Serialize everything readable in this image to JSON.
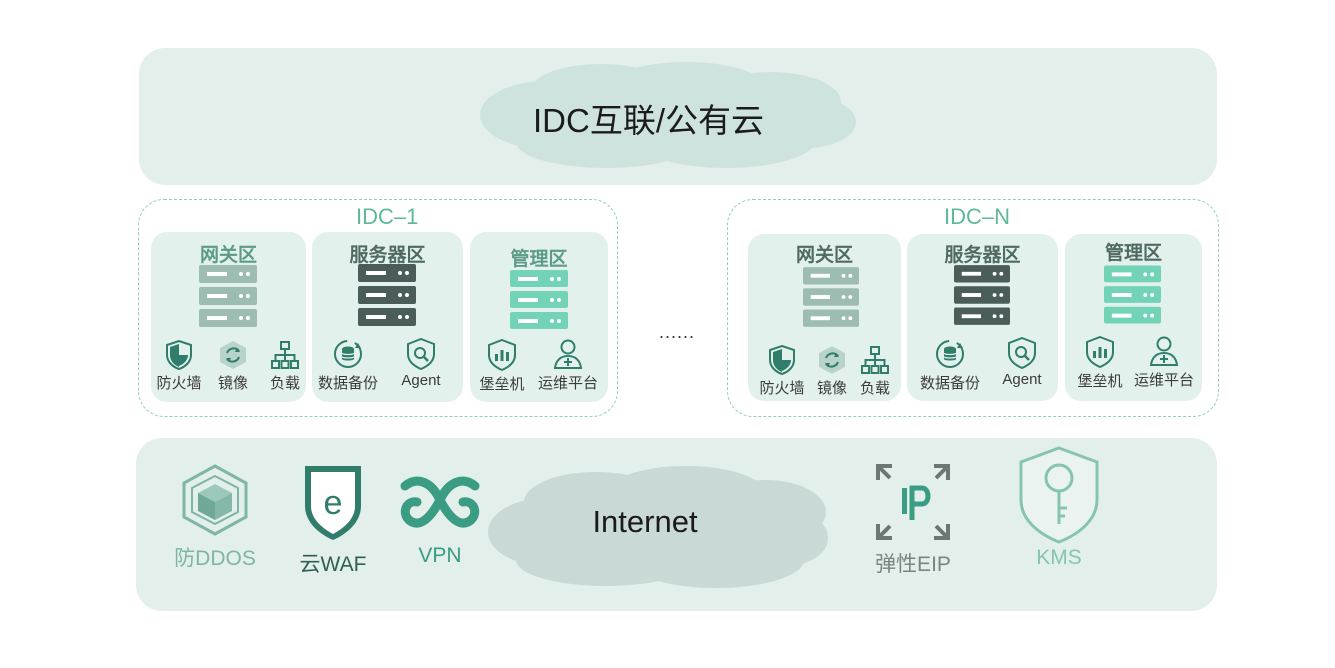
{
  "top": {
    "cloud_label": "IDC互联/公有云"
  },
  "separator": "......",
  "idcs": [
    {
      "title": "IDC–1",
      "zones": [
        {
          "title": "网关区",
          "tools": [
            "防火墙",
            "镜像",
            "负载"
          ]
        },
        {
          "title": "服务器区",
          "tools": [
            "数据备份",
            "Agent"
          ]
        },
        {
          "title": "管理区",
          "tools": [
            "堡垒机",
            "运维平台"
          ]
        }
      ]
    },
    {
      "title": "IDC–N",
      "zones": [
        {
          "title": "网关区",
          "tools": [
            "防火墙",
            "镜像",
            "负载"
          ]
        },
        {
          "title": "服务器区",
          "tools": [
            "数据备份",
            "Agent"
          ]
        },
        {
          "title": "管理区",
          "tools": [
            "堡垒机",
            "运维平台"
          ]
        }
      ]
    }
  ],
  "bottom": {
    "cloud_label": "Internet",
    "services": [
      {
        "label": "防DDOS",
        "icon": "ddos-cube-icon"
      },
      {
        "label": "云WAF",
        "icon": "waf-shield-icon"
      },
      {
        "label": "VPN",
        "icon": "vpn-knot-icon"
      },
      {
        "label": "弹性EIP",
        "icon": "eip-frame-icon"
      },
      {
        "label": "KMS",
        "icon": "kms-key-shield-icon"
      }
    ]
  },
  "colors": {
    "band": "#e3efeb",
    "cloud": "#c9dfda",
    "accent": "#5fb89c",
    "server_gateway": "#8fb5a8",
    "server_main": "#4e5f5b",
    "server_mgmt": "#6fd1b6",
    "dark_icon": "#2f7d6a"
  }
}
